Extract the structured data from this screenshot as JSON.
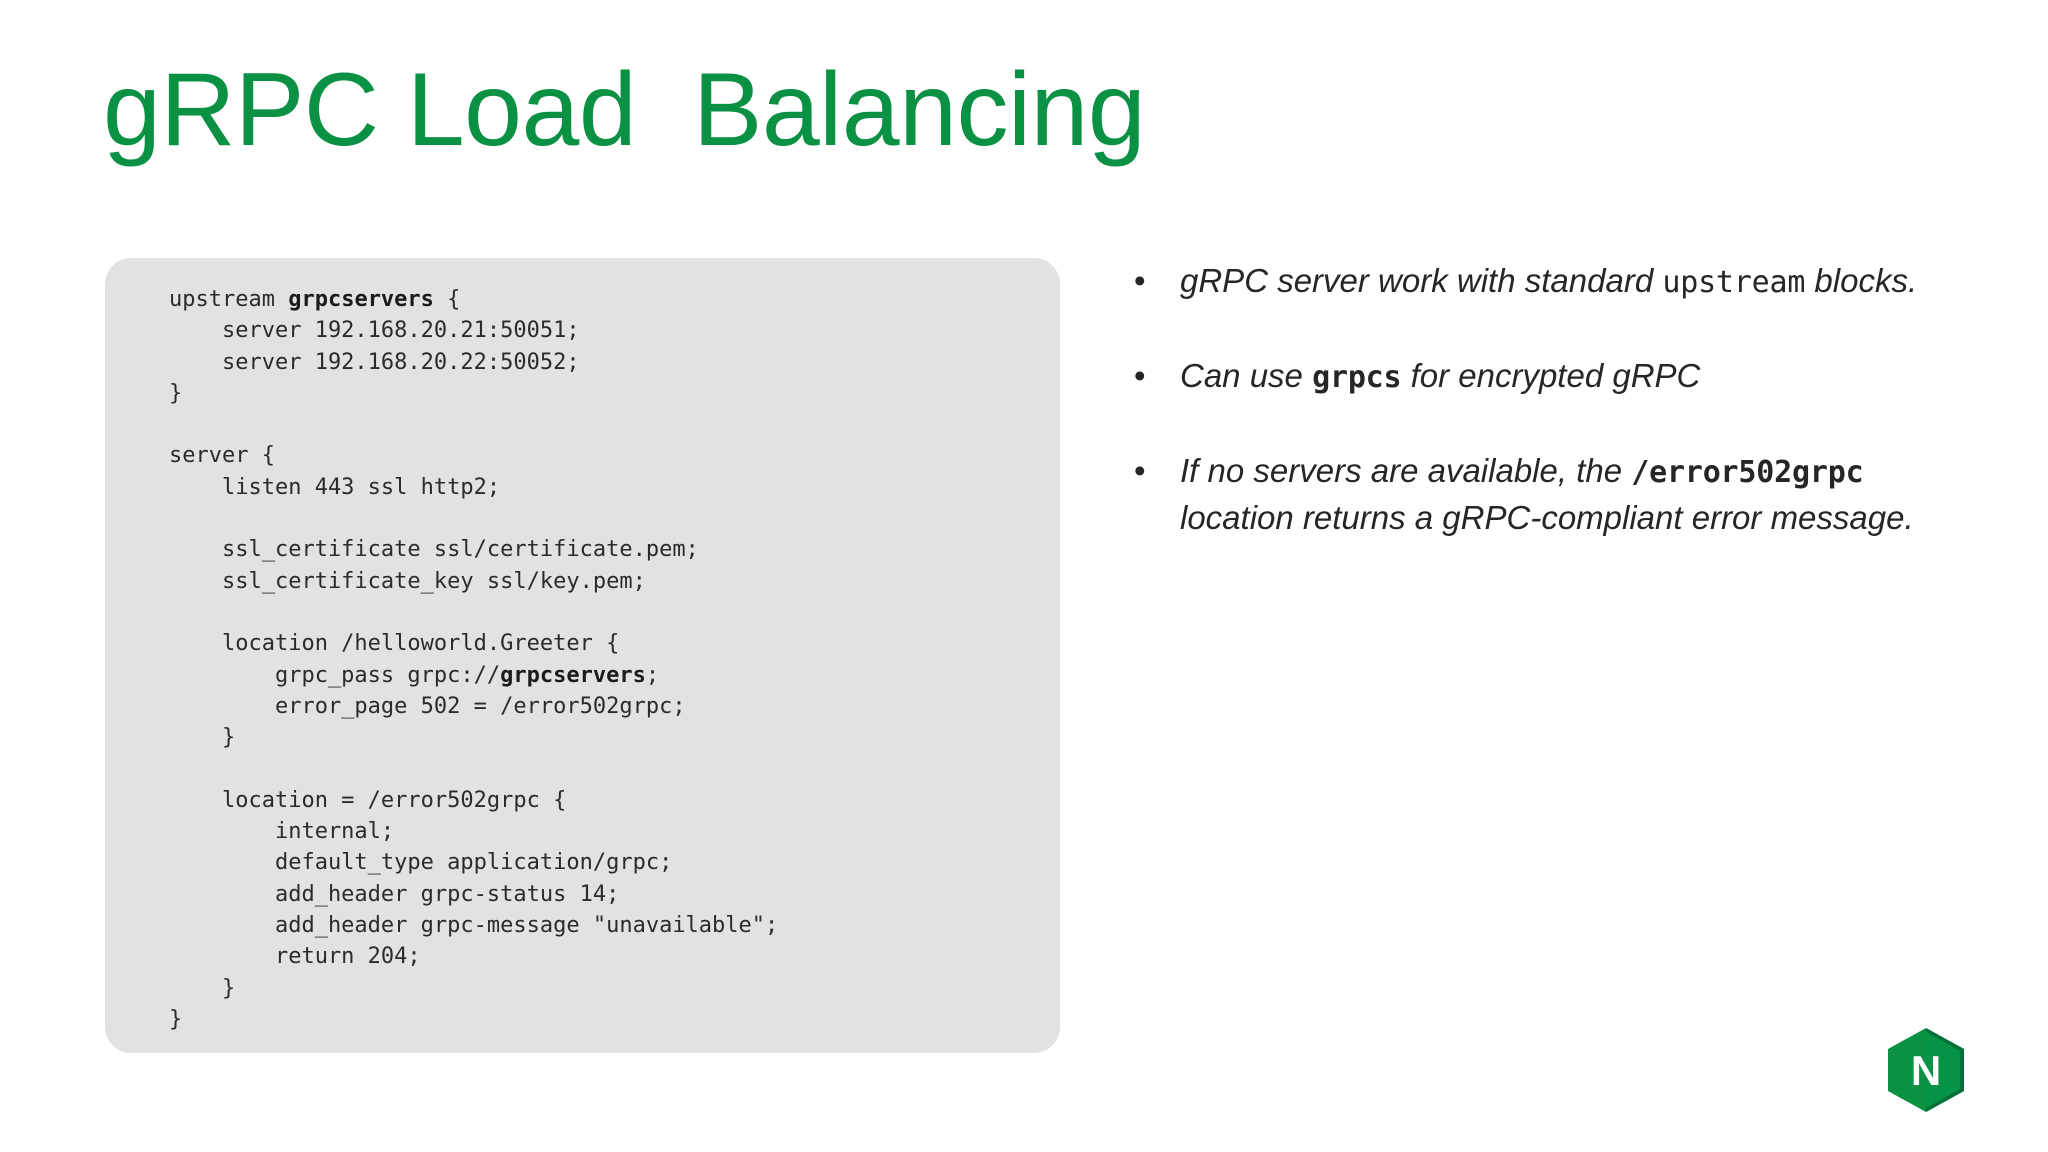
{
  "slide": {
    "title": "gRPC Load  Balancing",
    "title_color": "#0a9143",
    "background": "#ffffff"
  },
  "code_panel": {
    "background": "#e2e1e3",
    "text_color": "#2b2b2e",
    "lines": [
      {
        "id": "l1",
        "text": "upstream ",
        "bold": "grpcservers",
        "tail": " {"
      },
      {
        "id": "l2",
        "text": "    server 192.168.20.21:50051;"
      },
      {
        "id": "l3",
        "text": "    server 192.168.20.22:50052;"
      },
      {
        "id": "l4",
        "text": "}"
      },
      {
        "id": "l5",
        "text": ""
      },
      {
        "id": "l6",
        "text": "server {"
      },
      {
        "id": "l7",
        "text": "    listen 443 ssl http2;"
      },
      {
        "id": "l8",
        "text": ""
      },
      {
        "id": "l9",
        "text": "    ssl_certificate ssl/certificate.pem;"
      },
      {
        "id": "l10",
        "text": "    ssl_certificate_key ssl/key.pem;"
      },
      {
        "id": "l11",
        "text": ""
      },
      {
        "id": "l12",
        "text": "    location /helloworld.Greeter {"
      },
      {
        "id": "l13",
        "text": "        grpc_pass grpc://",
        "bold": "grpcservers",
        "tail": ";"
      },
      {
        "id": "l14",
        "text": "        error_page 502 = /error502grpc;"
      },
      {
        "id": "l15",
        "text": "    }"
      },
      {
        "id": "l16",
        "text": ""
      },
      {
        "id": "l17",
        "text": "    location = /error502grpc {"
      },
      {
        "id": "l18",
        "text": "        internal;"
      },
      {
        "id": "l19",
        "text": "        default_type application/grpc;"
      },
      {
        "id": "l20",
        "text": "        add_header grpc-status 14;"
      },
      {
        "id": "l21",
        "text": "        add_header grpc-message \"unavailable\";"
      },
      {
        "id": "l22",
        "text": "        return 204;"
      },
      {
        "id": "l23",
        "text": "    }"
      },
      {
        "id": "l24",
        "text": "}"
      }
    ]
  },
  "bullets": {
    "marker": "•",
    "items": [
      {
        "id": "b1",
        "parts": [
          {
            "kind": "italic",
            "text": "gRPC server work with standard "
          },
          {
            "kind": "mono",
            "text": "upstream"
          },
          {
            "kind": "italic",
            "text": " blocks."
          }
        ]
      },
      {
        "id": "b2",
        "parts": [
          {
            "kind": "italic",
            "text": "Can use "
          },
          {
            "kind": "mono-bold",
            "text": "grpcs"
          },
          {
            "kind": "italic",
            "text": " for encrypted gRPC"
          }
        ]
      },
      {
        "id": "b3",
        "parts": [
          {
            "kind": "italic",
            "text": "If no servers are available, the "
          },
          {
            "kind": "mono-bold",
            "text": "/error502grpc"
          },
          {
            "kind": "italic",
            "text": "  location returns a gRPC-compliant error message."
          }
        ]
      }
    ]
  },
  "logo": {
    "name": "nginx-logo",
    "letter": "N",
    "color_light": "#0a9143",
    "color_dark": "#017039",
    "color_mid": "#059345"
  }
}
